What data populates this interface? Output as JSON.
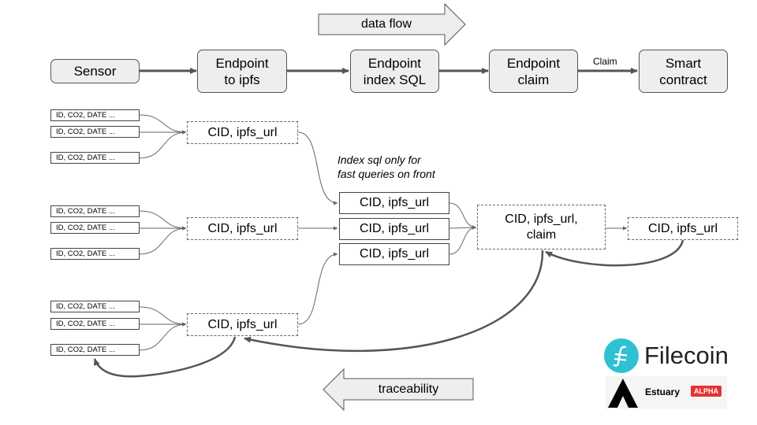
{
  "flow_label": "data flow",
  "trace_label": "traceability",
  "claim_edge_label": "Claim",
  "note": "Index sql only for\nfast queries on front",
  "nodes": {
    "sensor": "Sensor",
    "ep_ipfs": "Endpoint\nto ipfs",
    "ep_sql": "Endpoint\nindex SQL",
    "ep_claim": "Endpoint\nclaim",
    "contract": "Smart\ncontract"
  },
  "record_label": "ID, CO2, DATE ...",
  "cid_label": "CID, ipfs_url",
  "cid_claim_label": "CID, ipfs_url,\nclaim",
  "brands": {
    "filecoin": "Filecoin",
    "estuary": "Estuary",
    "estuary_badge": "ALPHA"
  },
  "colors": {
    "node_fill": "#eeeeee",
    "arrow": "#555555",
    "filecoin": "#2ec1d4",
    "estuary_badge": "#e63232"
  }
}
